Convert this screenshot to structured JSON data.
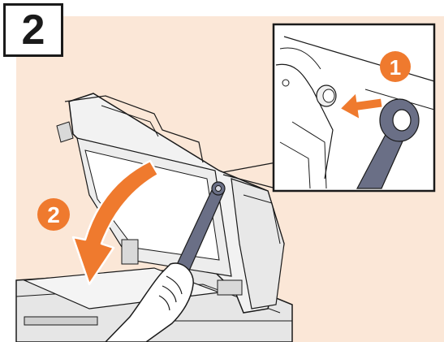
{
  "step_number": "2",
  "callouts": {
    "sub_step_1": "1",
    "sub_step_2": "2"
  },
  "colors": {
    "background_panel": "#fbe7d7",
    "accent_orange": "#ef7a2e",
    "tool_handle": "#6a6f86",
    "line_dark": "#1a1a1a"
  },
  "icons": {
    "rotate_arrow": "curved-arrow-icon",
    "push_arrow": "arrow-right-icon",
    "wrench": "wrench-icon"
  }
}
